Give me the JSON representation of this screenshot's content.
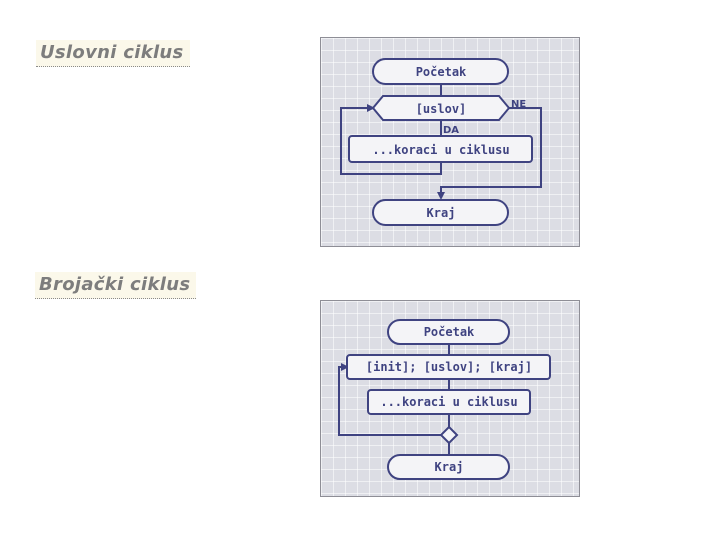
{
  "sections": {
    "uslovni": {
      "heading": "Uslovni ciklus",
      "nodes": {
        "start": "Početak",
        "condition": "[uslov]",
        "body": "...koraci u ciklusu",
        "end": "Kraj"
      },
      "labels": {
        "no": "NE",
        "yes": "DA"
      }
    },
    "brojacki": {
      "heading": "Brojački ciklus",
      "nodes": {
        "start": "Početak",
        "header": "[init]; [uslov]; [kraj]",
        "body": "...koraci u ciklusu",
        "end": "Kraj"
      }
    }
  },
  "colors": {
    "stroke": "#3f4381",
    "node_fill": "#f4f4f7",
    "panel_bg": "#dcdde4",
    "heading_text": "#7d7d7d"
  }
}
